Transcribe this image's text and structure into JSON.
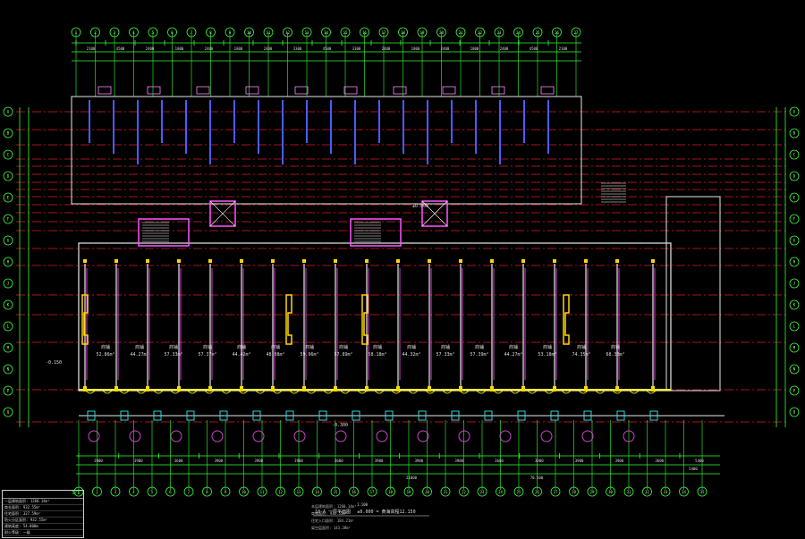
{
  "drawing": {
    "title": "10-A 一层平面图",
    "title_note": "±0.000 = 黄海高程12.150",
    "scale_note": "1:100",
    "colors": {
      "background": "#000000",
      "axis": "#e01a2a",
      "dimension": "#33ff33",
      "wall": "#e8e8e8",
      "partition": "#ff55ff",
      "door": "#ffff22",
      "column": "#ffd700",
      "window": "#22dddd",
      "stair": "#ffffff",
      "annotation": "#dddddd",
      "tag": "#cc44cc"
    }
  },
  "top_axis_labels": [
    "1",
    "2",
    "3",
    "4",
    "5",
    "6",
    "7",
    "8",
    "9",
    "10",
    "11",
    "12",
    "13",
    "14",
    "15",
    "16",
    "17",
    "18",
    "19",
    "20",
    "21",
    "22",
    "23",
    "24",
    "25",
    "26",
    "27"
  ],
  "bottom_axis_labels": [
    "1",
    "2",
    "3",
    "4",
    "5",
    "6",
    "7",
    "8",
    "9",
    "10",
    "11",
    "12",
    "13",
    "14",
    "15",
    "16",
    "17",
    "18",
    "19",
    "20",
    "21",
    "22",
    "23",
    "24",
    "25",
    "26",
    "27",
    "28",
    "29",
    "30",
    "31",
    "32",
    "33",
    "34",
    "35"
  ],
  "side_axis_labels": [
    "A",
    "B",
    "C",
    "D",
    "E",
    "F",
    "G",
    "H",
    "J",
    "K",
    "L",
    "M",
    "N",
    "P",
    "Q"
  ],
  "top_dimensions": [
    "2100",
    "4500",
    "2400",
    "1800",
    "2400",
    "1800",
    "2400",
    "3300",
    "4500",
    "3300",
    "2400",
    "1800",
    "2400",
    "1800",
    "2400",
    "4500",
    "2100"
  ],
  "bottom_dimensions": [
    "3900",
    "3900",
    "3600",
    "3900",
    "3900",
    "3900",
    "3600",
    "3900",
    "3900",
    "3900",
    "3600",
    "3900",
    "3900",
    "3900",
    "3600",
    "5400"
  ],
  "overall_dimensions": [
    "70.500",
    "21000",
    "5400"
  ],
  "room_areas": [
    "52.86m²",
    "44.27m²",
    "57.33m²",
    "57.37m²",
    "44.42m²",
    "48.08m²",
    "59.96m²",
    "57.89m²",
    "58.18m²",
    "44.32m²",
    "57.33m²",
    "57.39m²",
    "44.27m²",
    "53.18m²",
    "74.35m²",
    "68.33m²"
  ],
  "room_label": "商铺",
  "level_marks": [
    "-0.300",
    "±0.000",
    "-0.150"
  ],
  "legend": {
    "code": "3/1",
    "rows": [
      "一层建筑面积: 1260.14m²",
      "商业面积: 932.55m²",
      "住宅面积: 327.59m²",
      "防火分区面积: 932.55m²",
      "建筑高度: 54.000m",
      "耐火等级: 一级"
    ]
  },
  "notes": [
    "本层建筑面积: 1260.14m²",
    "商铺面积: 932.55m²",
    "住宅入口面积: 184.21m²",
    "架空层面积: 143.38m²"
  ]
}
